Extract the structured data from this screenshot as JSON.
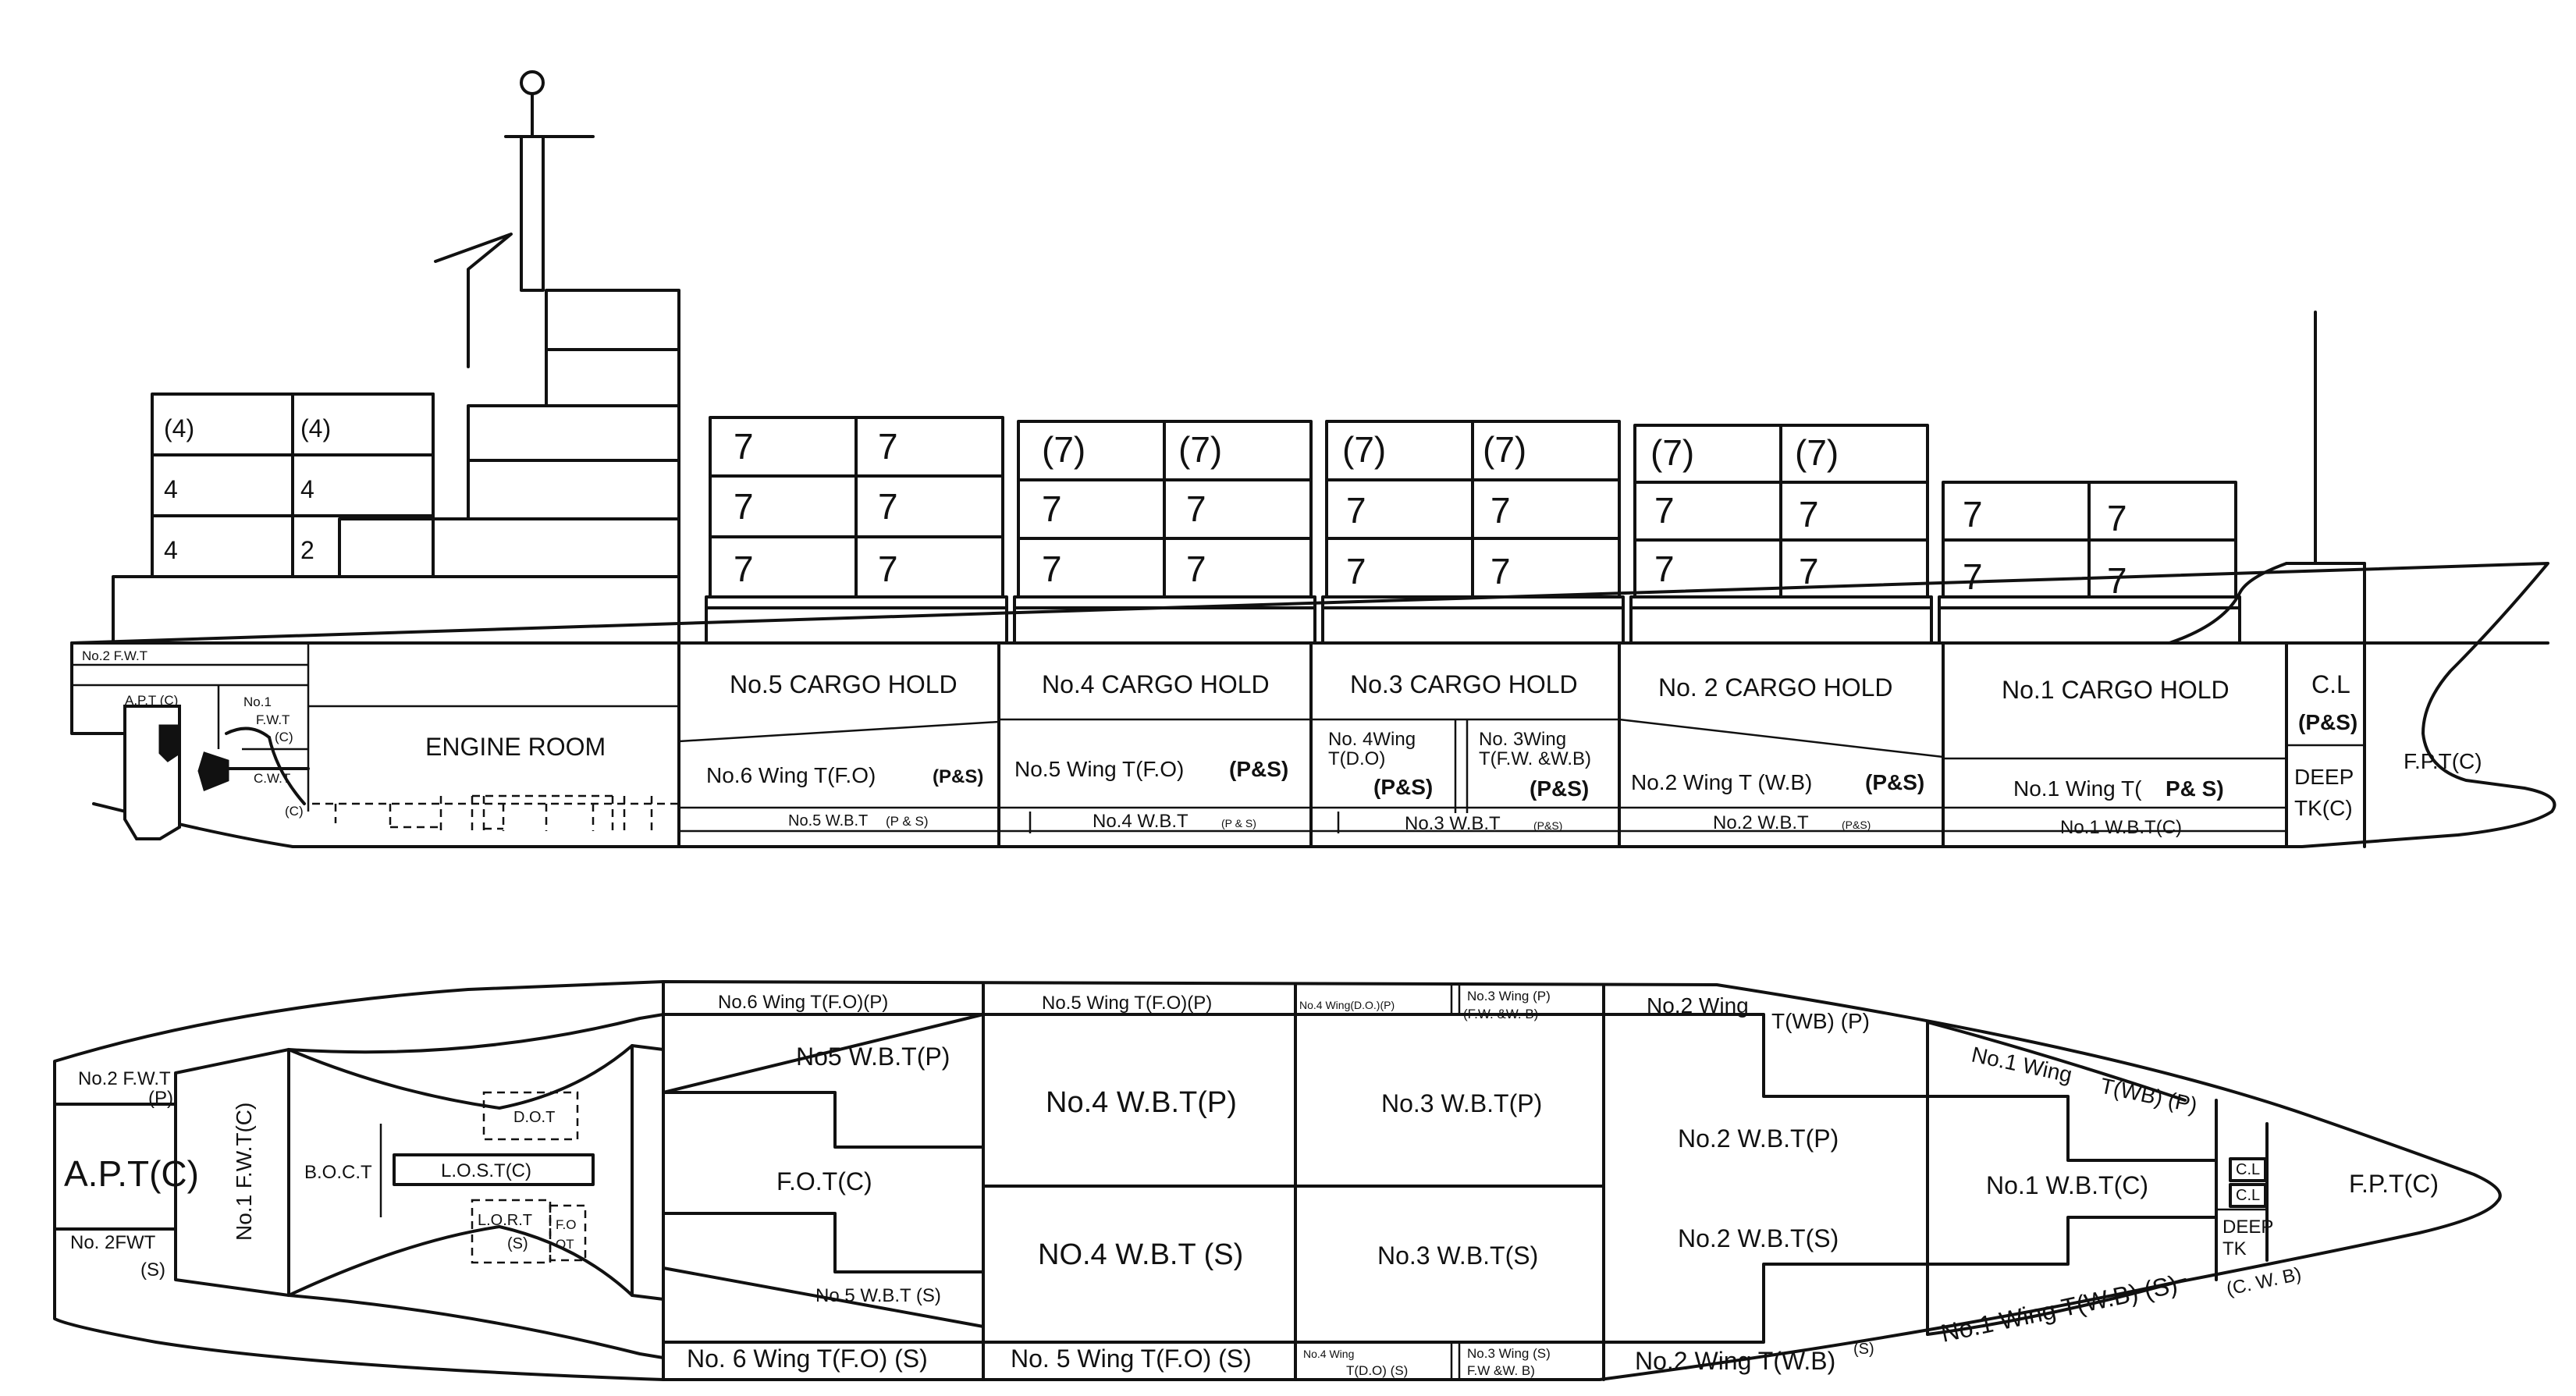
{
  "profile": {
    "superstructure": {
      "r1c1": "(4)",
      "r1c2": "(4)",
      "r2c1": "4",
      "r2c2": "4",
      "r3c1": "4",
      "r3c2": "2"
    },
    "aft": {
      "fwt2": "No.2 F.W.T",
      "apt": "A.P.T (C)",
      "fwt1_l1": "No.1",
      "fwt1_l2": "F.W.T",
      "fwt1_l3": "(C)",
      "cwt": "C.W.T",
      "c": "(C)",
      "engine_room": "ENGINE ROOM"
    },
    "containers": [
      [
        "7",
        "7",
        "7",
        "7",
        "7",
        "7"
      ],
      [
        "(7)",
        "(7)",
        "7",
        "7",
        "7",
        "7"
      ],
      [
        "(7)",
        "(7)",
        "7",
        "7",
        "7",
        "7"
      ],
      [
        "(7)",
        "(7)",
        "7",
        "7",
        "7",
        "7"
      ],
      [
        "7",
        "7",
        "7",
        "7"
      ]
    ],
    "holds": [
      "No.5 CARGO HOLD",
      "No.4 CARGO HOLD",
      "No.3 CARGO HOLD",
      "No. 2 CARGO HOLD",
      "No.1 CARGO HOLD"
    ],
    "wings": {
      "w6": "No.6 Wing T(F.O)",
      "w6_ps": "(P&S)",
      "w5": "No.5 Wing T(F.O)",
      "w5_ps": "(P&S)",
      "w4_l1": "No. 4Wing",
      "w4_l2": "T(D.O)",
      "w4_ps": "(P&S)",
      "w3_l1": "No. 3Wing",
      "w3_l2": "T(F.W. &W.B)",
      "w3_ps": "(P&S)",
      "w2": "No.2 Wing T (W.B)",
      "w2_ps": "(P&S)",
      "w1": "No.1 Wing T(",
      "w1_ps": "P& S)"
    },
    "wbt": {
      "n5": "No.5 W.B.T",
      "n5_ps": "(P & S)",
      "n4": "No.4 W.B.T",
      "n4_ps": "(P & S)",
      "n3": "No.3 W.B.T",
      "n3_ps": "(P&S)",
      "n2": "No.2 W.B.T",
      "n2_ps": "(P&S)",
      "n1": "No.1 W.B.T(C)"
    },
    "fore": {
      "cl": "C.L",
      "cl_ps": "(P&S)",
      "deep1": "DEEP",
      "deep2": "TK(C)",
      "fpt": "F.P.T(C)"
    }
  },
  "plan": {
    "apt": "A.P.T(C)",
    "fwt2p_l1": "No.2 F.W.T",
    "fwt2p_l2": "(P)",
    "fwt2s_l1": "No. 2FWT",
    "fwt2s_l2": "(S)",
    "fwt1c": "No.1 F.W.T(C)",
    "boct": "B.O.C.T",
    "dot": "D.O.T",
    "lost": "L.O.S.T(C)",
    "lort_l1": "L.O.R.T",
    "lort_l2": "(S)",
    "fo_l1": "F.O",
    "fo_l2": "OT",
    "w6p": "No.6 Wing T(F.O)(P)",
    "wbt5p": "No5 W.B.T(P)",
    "fot": "F.O.T(C)",
    "wbt5s": "No.5 W.B.T (S)",
    "w6s": "No. 6 Wing T(F.O) (S)",
    "w5p": "No.5 Wing T(F.O)(P)",
    "wbt4p": "No.4 W.B.T(P)",
    "wbt4s": "NO.4 W.B.T (S)",
    "w5s": "No. 5 Wing T(F.O) (S)",
    "w4p": "No.4 Wing(D.O.)(P)",
    "wbt3p": "No.3 W.B.T(P)",
    "wbt3s": "No.3 W.B.T(S)",
    "w4s_l1": "No.4 Wing",
    "w4s_l2": "T(D.O) (S)",
    "w3p_l1": "No.3 Wing (P)",
    "w3p_l2": "(F.W. &W. B)",
    "w3s_l1": "No.3 Wing (S)",
    "w3s_l2": "F.W &W. B)",
    "w2p_a": "No.2 Wing",
    "w2p_b": "T(WB) (P)",
    "wbt2p": "No.2 W.B.T(P)",
    "wbt2s": "No.2 W.B.T(S)",
    "w2s": "No.2 Wing T(W.B)",
    "w2s_s": "(S)",
    "w1p_a": "No.1 Wing",
    "w1p_b": "T(WB) (P)",
    "wbt1c": "No.1 W.B.T(C)",
    "w1s": "No.1 Wing T(W.B) (S)",
    "cl1": "C.L",
    "cl2": "C.L",
    "deep_l1": "DEEP",
    "deep_l2": "TK",
    "cwb": "(C. W. B)",
    "fpt": "F.P.T(C)"
  }
}
